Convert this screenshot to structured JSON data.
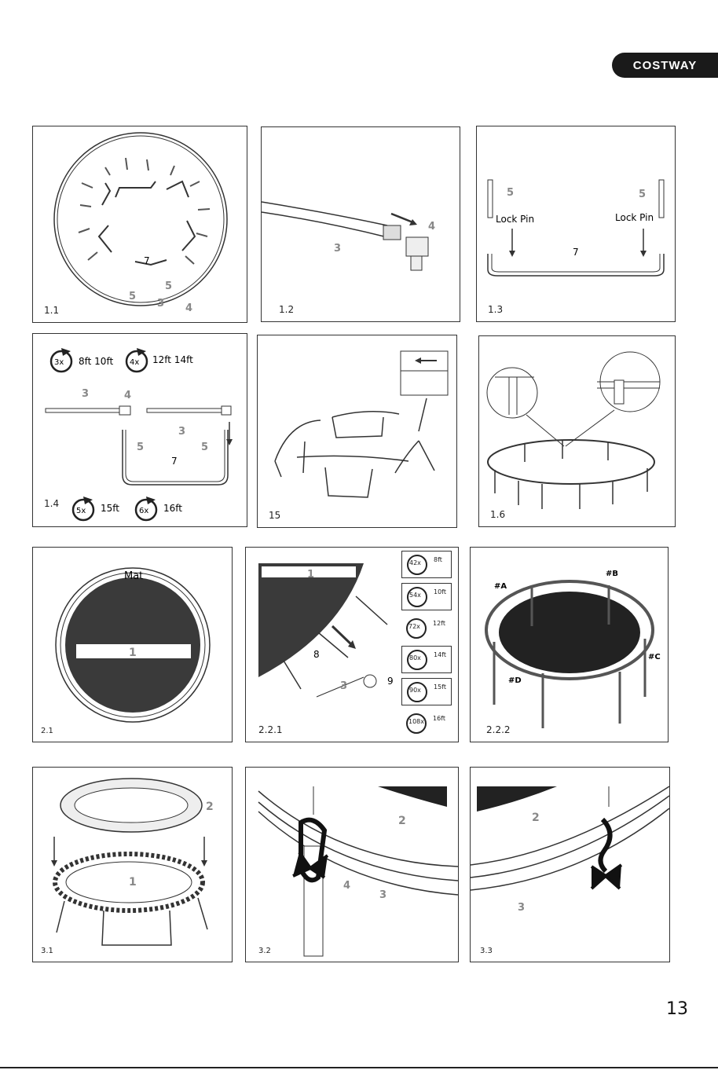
{
  "brand": "COSTWAY",
  "page_number": "13",
  "panels": {
    "p11": {
      "caption": "1.1",
      "l7": "7",
      "l5a": "5",
      "l5b": "5",
      "l3": "3",
      "l4": "4"
    },
    "p12": {
      "caption": "1.2",
      "l3": "3",
      "l4": "4"
    },
    "p13": {
      "caption": "1.3",
      "l5a": "5",
      "l5b": "5",
      "lock_a": "Lock Pin",
      "lock_b": "Lock Pin",
      "l7": "7"
    },
    "p14": {
      "caption": "1.4",
      "c1": "3x",
      "c1_text": "8ft 10ft",
      "c2": "4x",
      "c2_text": "12ft 14ft",
      "c3": "5x",
      "c3_text": "15ft",
      "c4": "6x",
      "c4_text": "16ft",
      "l3a": "3",
      "l4": "4",
      "l3b": "3",
      "l5a": "5",
      "l5b": "5",
      "l7": "7"
    },
    "p15": {
      "caption": "15"
    },
    "p16": {
      "caption": "1.6"
    },
    "p21": {
      "caption": "2.1",
      "mat": "Mat",
      "l1": "1"
    },
    "p221": {
      "caption": "2.2.1",
      "l1": "1",
      "l8": "8",
      "l3": "3",
      "l9": "9",
      "counts": [
        {
          "n": "42x",
          "size": "8ft"
        },
        {
          "n": "54x",
          "size": "10ft"
        },
        {
          "n": "72x",
          "size": "12ft"
        },
        {
          "n": "80x",
          "size": "14ft"
        },
        {
          "n": "90x",
          "size": "15ft"
        },
        {
          "n": "108x",
          "size": "16ft"
        }
      ]
    },
    "p222": {
      "caption": "2.2.2",
      "a": "#A",
      "b": "#B",
      "c": "#C",
      "d": "#D"
    },
    "p31": {
      "caption": "3.1",
      "l2": "2",
      "l1": "1"
    },
    "p32": {
      "caption": "3.2",
      "l2": "2",
      "l4": "4",
      "l3": "3"
    },
    "p33": {
      "caption": "3.3",
      "l2": "2",
      "l3": "3"
    }
  }
}
